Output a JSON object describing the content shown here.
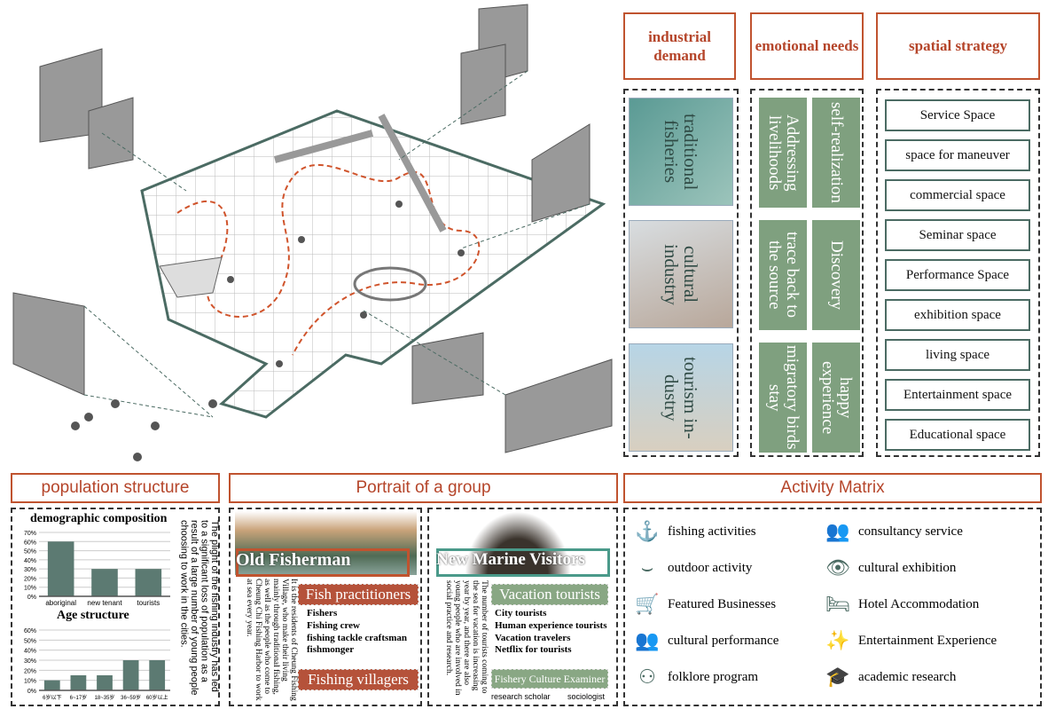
{
  "headers": {
    "industrial": "industrial demand",
    "emotional": "emotional needs",
    "spatial": "spatial strategy",
    "population": "population structure",
    "portrait": "Portrait of a group",
    "activity": "Activity Matrix"
  },
  "industrial_items": [
    "traditional fisheries",
    "cultural industry",
    "tourism in-dustry"
  ],
  "emotional_items": [
    "Addressing livelihoods",
    "self-realization",
    "trace back to the source",
    "Discovery",
    "migratory birds stay",
    "happy experience"
  ],
  "spatial_items": [
    "Service Space",
    "space for maneuver",
    "commercial space",
    "Seminar space",
    "Performance Space",
    "exhibition space",
    "living space",
    "Entertainment space",
    "Educational space"
  ],
  "chart_data": [
    {
      "type": "bar",
      "title": "demographic composition",
      "categories": [
        "aboriginal",
        "new tenant",
        "tourists"
      ],
      "values": [
        60,
        30,
        30
      ],
      "ylim": [
        0,
        70
      ],
      "yticks": [
        "0%",
        "10%",
        "20%",
        "30%",
        "40%",
        "50%",
        "60%",
        "70%"
      ],
      "grid": true,
      "color": "#5c7a72"
    },
    {
      "type": "bar",
      "title": "Age structure",
      "categories": [
        "6岁以下",
        "6~17岁",
        "18~35岁",
        "36~59岁",
        "60岁以上"
      ],
      "values": [
        10,
        15,
        15,
        30,
        30
      ],
      "ylim": [
        0,
        60
      ],
      "yticks": [
        "0%",
        "10%",
        "20%",
        "30%",
        "40%",
        "50%",
        "60%"
      ],
      "grid": true,
      "color": "#5c7a72"
    }
  ],
  "population_note": "The plight of the fishing industry has led to a significant loss of population as a result of a large number of young people choosing to work in the cities.",
  "fisherman": {
    "title": "Old Fisherman",
    "desc": "It is the residents of Cheung Fishing Village, who make their living mainly through traditional fishing, as well as the people who come to Cheung Chi Fishing Harbor to work at sea every year.",
    "tag1": "Fish practitioners",
    "list": [
      "Fishers",
      "Fishing crew",
      "fishing tackle craftsman",
      "fishmonger"
    ],
    "tag2": "Fishing villagers"
  },
  "visitors": {
    "title": "New Marine Visitors",
    "desc": "The number of tourists coming to the sea for vacation is increasing year by year, and there are also young people who are involved in social practice and research.",
    "tag1": "Vacation tourists",
    "list": [
      "City tourists",
      "Human experience tourists",
      "Vacation travelers",
      "Netflix for tourists"
    ],
    "tag2": "Fishery Culture Examiner",
    "sub": [
      "research scholar",
      "sociologist"
    ]
  },
  "activities_left": [
    {
      "label": "fishing activities",
      "icon": "anchor-icon",
      "glyph": "⚓"
    },
    {
      "label": "outdoor activity",
      "icon": "hammock-icon",
      "glyph": "⌣"
    },
    {
      "label": "Featured Businesses",
      "icon": "cart-icon",
      "glyph": "🛒"
    },
    {
      "label": "cultural performance",
      "icon": "audience-icon",
      "glyph": "👥"
    },
    {
      "label": "folklore program",
      "icon": "dancers-icon",
      "glyph": "⚇"
    }
  ],
  "activities_right": [
    {
      "label": "consultancy service",
      "icon": "meeting-icon",
      "glyph": "👥"
    },
    {
      "label": "cultural exhibition",
      "icon": "eye-icon",
      "glyph": "👁"
    },
    {
      "label": "Hotel Accommodation",
      "icon": "bed-icon",
      "glyph": "🛏"
    },
    {
      "label": "Entertainment Experience",
      "icon": "celebration-icon",
      "glyph": "✨"
    },
    {
      "label": "academic research",
      "icon": "graduation-cap-icon",
      "glyph": "🎓"
    }
  ]
}
